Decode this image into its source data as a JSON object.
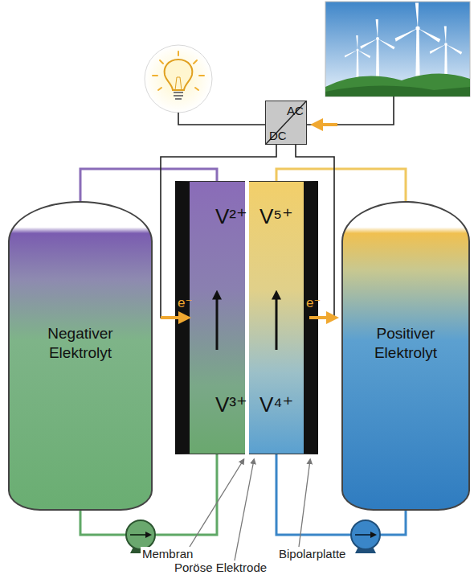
{
  "diagram": {
    "nodes": [
      {
        "text": [
          "AC",
          "DC"
        ]
      },
      {
        "text": [
          "Negativer Elektrolyt"
        ]
      },
      {
        "text": [
          "V²⁺",
          "V³⁺"
        ]
      },
      {
        "text": [
          "V⁵⁺",
          "V⁴⁺"
        ]
      },
      {
        "text": [
          "Positiver Elektrolyt"
        ]
      }
    ],
    "edges": [
      {
        "from": 1,
        "to": 2,
        "arrow": "none"
      },
      {
        "from": 2,
        "to": 1,
        "arrow": "none"
      },
      {
        "from": 4,
        "to": 3,
        "arrow": "none"
      },
      {
        "from": 3,
        "to": 4,
        "arrow": "none"
      },
      {
        "from": 0,
        "to": 2,
        "arrow": "none"
      },
      {
        "from": 0,
        "to": 3,
        "arrow": "none"
      }
    ],
    "labels": [
      "e⁻",
      "e⁻",
      "Membran",
      "Poröse Elektrode",
      "Bipolarplatte"
    ]
  }
}
